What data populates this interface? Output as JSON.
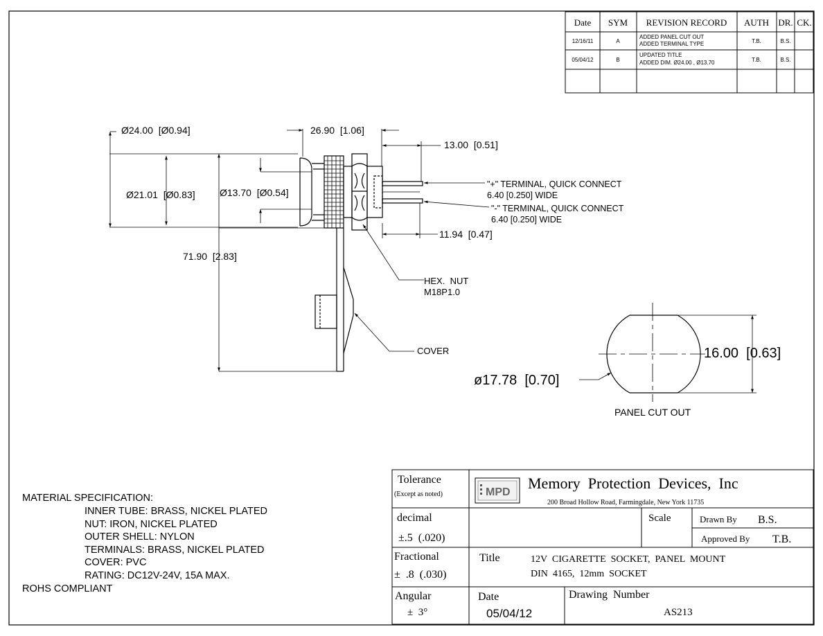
{
  "revision_table": {
    "headers": [
      "Date",
      "SYM",
      "REVISION  RECORD",
      "AUTH",
      "DR.",
      "CK."
    ],
    "rows": [
      {
        "date": "12/16/11",
        "sym": "A",
        "record": [
          "ADDED PANEL CUT OUT",
          "ADDED TERMINAL TYPE"
        ],
        "auth": "T.B.",
        "dr": "B.S.",
        "ck": ""
      },
      {
        "date": "05/04/12",
        "sym": "B",
        "record": [
          "UPDATED TITLE",
          "ADDED DIM. Ø24.00 , Ø13.70"
        ],
        "auth": "T.B.",
        "dr": "B.S.",
        "ck": ""
      }
    ]
  },
  "dimensions": {
    "outer_dia": "Ø24.00  [Ø0.94]",
    "overall_length": "26.90  [1.06]",
    "terminal_length": "13.00  [0.51]",
    "body_dia": "Ø21.01  [Ø0.83]",
    "inner_dia": "Ø13.70  [Ø0.54]",
    "nut_to_end": "11.94  [0.47]",
    "cover_length": "71.90  [2.83]",
    "cutout_flat": "16.00  [0.63]",
    "cutout_dia": "ø17.78  [0.70]"
  },
  "callouts": {
    "plus_terminal": [
      "\"+\" TERMINAL, QUICK CONNECT",
      "6.40 [0.250] WIDE"
    ],
    "minus_terminal": [
      "\"-\" TERMINAL, QUICK CONNECT",
      "6.40 [0.250] WIDE"
    ],
    "hex_nut": [
      "HEX.  NUT",
      "M18P1.0"
    ],
    "cover": "COVER",
    "panel_cutout": "PANEL CUT OUT"
  },
  "material_spec": {
    "title": "MATERIAL SPECIFICATION:",
    "items": [
      "INNER TUBE: BRASS, NICKEL PLATED",
      "NUT: IRON, NICKEL PLATED",
      "OUTER SHELL: NYLON",
      "TERMINALS: BRASS, NICKEL PLATED",
      "COVER: PVC",
      "RATING: DC12V-24V, 15A MAX."
    ],
    "footer": "ROHS COMPLIANT"
  },
  "title_block": {
    "tolerance_label": "Tolerance",
    "tolerance_note": "(Except as noted)",
    "logo_text": "MPD",
    "company": "Memory  Protection  Devices,  Inc",
    "address": "200 Broad Hollow Road, Farmingdale, New York 11735",
    "decimal_label": "decimal",
    "decimal_value": "±.5  (.020)",
    "scale_label": "Scale",
    "drawn_by_label": "Drawn By",
    "drawn_by_value": "B.S.",
    "approved_by_label": "Approved By",
    "approved_by_value": "T.B.",
    "fractional_label": "Fractional",
    "fractional_value": "±  .8  (.030)",
    "title_label": "Title",
    "title_line1": "12V  CIGARETTE  SOCKET,  PANEL  MOUNT",
    "title_line2": "DIN  4165,  12mm  SOCKET",
    "angular_label": "Angular",
    "angular_value": "±  3°",
    "date_label": "Date",
    "date_value": "05/04/12",
    "drawing_number_label": "Drawing  Number",
    "drawing_number_value": "AS213"
  }
}
